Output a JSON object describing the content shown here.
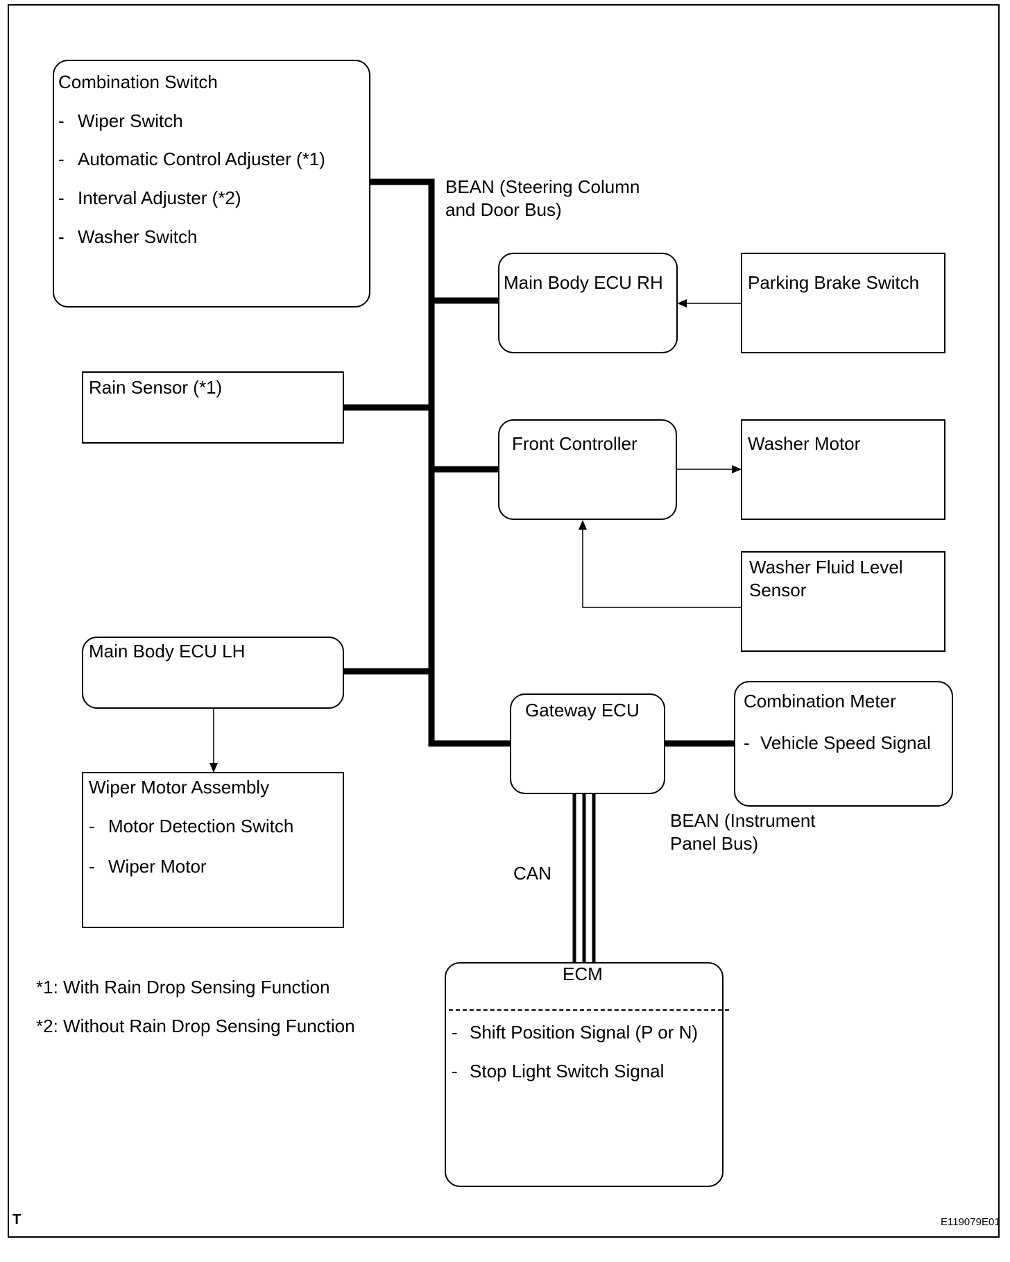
{
  "combination_switch": {
    "title": "Combination Switch",
    "items": [
      "Wiper Switch",
      "Automatic Control Adjuster (*1)",
      "Interval Adjuster (*2)",
      "Washer Switch"
    ]
  },
  "rain_sensor": "Rain Sensor (*1)",
  "main_body_ecu_lh": "Main Body ECU LH",
  "wiper_motor_assembly": {
    "title": "Wiper Motor Assembly",
    "items": [
      "Motor Detection Switch",
      "Wiper Motor"
    ]
  },
  "bus_bean_steering": [
    "BEAN (Steering Column",
    "and Door Bus)"
  ],
  "main_body_ecu_rh": "Main Body ECU RH",
  "parking_brake_switch": "Parking Brake Switch",
  "front_controller": "Front Controller",
  "washer_motor": "Washer Motor",
  "washer_fluid_level_sensor": [
    "Washer Fluid Level",
    "Sensor"
  ],
  "gateway_ecu": "Gateway ECU",
  "combination_meter": {
    "title": "Combination Meter",
    "items": [
      "Vehicle Speed Signal"
    ]
  },
  "bus_bean_instrument": [
    "BEAN (Instrument",
    "Panel Bus)"
  ],
  "can_label": "CAN",
  "ecm": {
    "title": "ECM",
    "items": [
      "Shift Position Signal (P or N)",
      "Stop Light Switch Signal"
    ]
  },
  "footnotes": [
    "*1: With Rain Drop Sensing Function",
    "*2: Without Rain Drop Sensing Function"
  ],
  "bullet": "-",
  "corner_mark": "T",
  "figure_code": "E119079E01"
}
